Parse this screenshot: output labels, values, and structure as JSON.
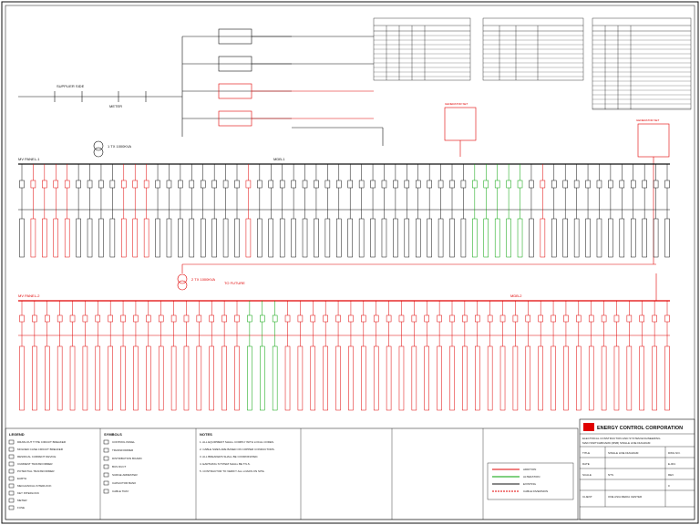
{
  "title_block": {
    "company": "ENERGY CONTROL CORPORATION",
    "subtitle_1": "ELECTRICAL CONSTRUCTION AND SYSTEM ENGINEERING",
    "subtitle_2": "MAIN SWITCHBOARD (MSB) SINGLE LINE DIAGRAM",
    "title_label": "TITLE",
    "title_value": "SINGLE LINE DIAGRAM",
    "dwg_label": "DWG NO.",
    "dwg_value": "E-001",
    "client_label": "CLIENT",
    "client_value": "ONE ASIA MEDIA CENTER",
    "rev_label": "REV",
    "rev_value": "0",
    "date_label": "DATE",
    "scale_label": "SCALE",
    "scale_value": "NTS"
  },
  "labels": {
    "transformer_1": "1 TX 1000KVA",
    "transformer_2": "2 TX 1000KVA",
    "mv_panel_1": "MV PANEL-1",
    "mv_panel_2": "MV PANEL-2",
    "mdb_1": "MDB-1",
    "mdb_2": "MDB-2",
    "to_future": "TO FUTURE",
    "generator_1": "GENERATOR SET",
    "generator_2": "GENERATOR SET",
    "supplier_side": "SUPPLIER SIDE",
    "meter": "METER"
  },
  "legend": {
    "title": "LEGEND",
    "items": [
      "DRAW-OUT TYPE CIRCUIT BREAKER",
      "MOLDED CASE CIRCUIT BREAKER",
      "RESIDUAL CURRENT DEVICE",
      "CURRENT TRANSFORMER",
      "POTENTIAL TRANSFORMER",
      "EARTH",
      "MECHANICAL INTERLOCK",
      "KEY INTERLOCK",
      "METER",
      "FUSE"
    ]
  },
  "symbols": {
    "title": "SYMBOLS",
    "items": [
      "CONTROL PANEL",
      "TRANSFORMER",
      "DISTRIBUTION BOARD",
      "BUS DUCT",
      "SURGE ARRESTER",
      "CAPACITOR BANK",
      "CABLE TRAY"
    ]
  },
  "notes": {
    "title": "NOTES",
    "items": [
      "ALL EQUIPMENT SHALL COMPLY WITH LOCAL CODES.",
      "CABLE SIZES ARE BASED ON COPPER CONDUCTORS.",
      "ALL BREAKERS SHALL BE COORDINATED.",
      "EARTHING SYSTEM SHALL BE TN-S.",
      "CONTRACTOR TO VERIFY ALL LOADS ON SITE."
    ]
  },
  "revision_legend": {
    "addition": "ADDITION",
    "alteration": "ALTERATION",
    "existing": "EXISTING",
    "cable_diversion": "CABLE DIVERSION"
  },
  "colors": {
    "existing": "#111111",
    "addition": "#e00000",
    "alteration": "#00a000",
    "brand": "#e00000"
  },
  "icons": {
    "logo": "eco-logo-icon"
  }
}
